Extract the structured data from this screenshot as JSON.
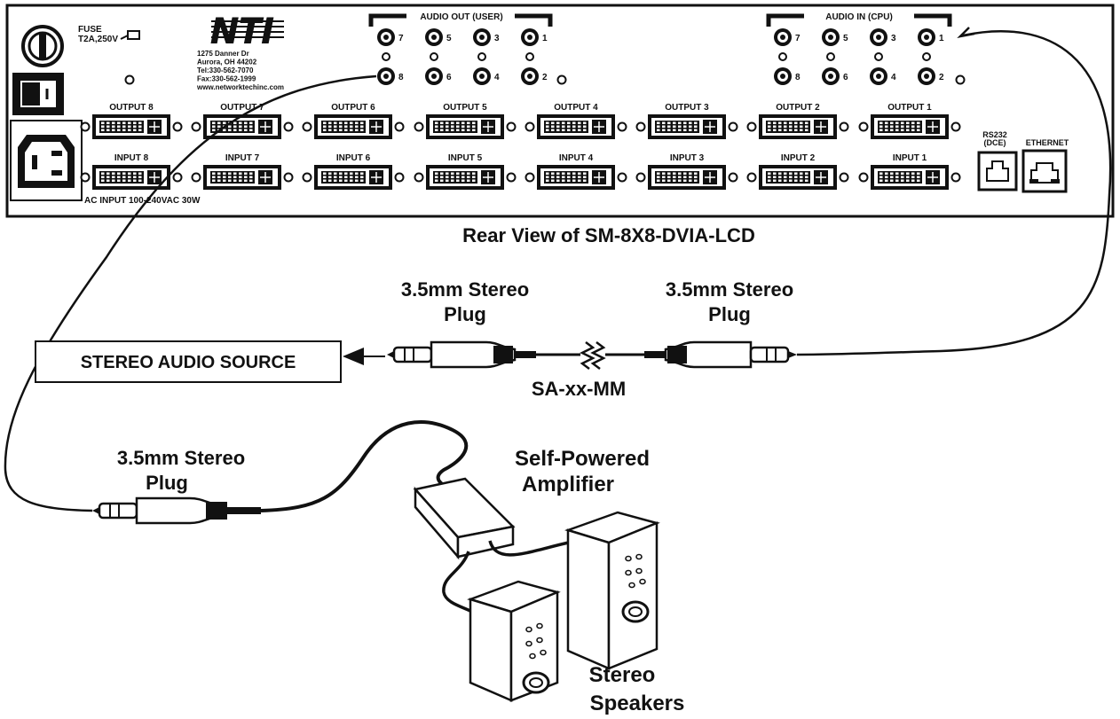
{
  "panel": {
    "fuse_label_1": "FUSE",
    "fuse_label_2": "T2A,250V",
    "logo_text": "NTI",
    "address": [
      "1275 Danner Dr",
      "Aurora, OH 44202",
      "Tel:330-562-7070",
      "Fax:330-562-1999",
      "www.networktechinc.com"
    ],
    "ac_input_label": "AC INPUT 100-240VAC 30W",
    "audio_out_label": "AUDIO OUT  (USER)",
    "audio_in_label": "AUDIO IN  (CPU)",
    "jack_numbers_top": [
      "7",
      "5",
      "3",
      "1"
    ],
    "jack_numbers_bottom": [
      "8",
      "6",
      "4",
      "2"
    ],
    "outputs": [
      "OUTPUT 8",
      "OUTPUT 7",
      "OUTPUT 6",
      "OUTPUT 5",
      "OUTPUT 4",
      "OUTPUT 3",
      "OUTPUT 2",
      "OUTPUT 1"
    ],
    "inputs": [
      "INPUT 8",
      "INPUT 7",
      "INPUT 6",
      "INPUT 5",
      "INPUT 4",
      "INPUT 3",
      "INPUT 2",
      "INPUT 1"
    ],
    "rs232_label_1": "RS232",
    "rs232_label_2": "(DCE)",
    "ethernet_label": "ETHERNET"
  },
  "caption": "Rear View of SM-8X8-DVIA-LCD",
  "plug_label_left_1": "3.5mm Stereo",
  "plug_label_left_2": "Plug",
  "plug_label_right_1": "3.5mm Stereo",
  "plug_label_right_2": "Plug",
  "plug_label_bottom_1": "3.5mm Stereo",
  "plug_label_bottom_2": "Plug",
  "source_box": "STEREO AUDIO SOURCE",
  "cable_label": "SA-xx-MM",
  "amplifier_label_1": "Self-Powered",
  "amplifier_label_2": "Amplifier",
  "speakers_label_1": "Stereo",
  "speakers_label_2": "Speakers"
}
